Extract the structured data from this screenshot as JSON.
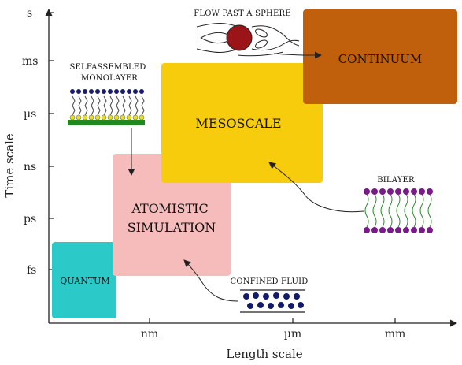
{
  "axes": {
    "x_title": "Length scale",
    "y_title": "Time scale",
    "x_ticks": [
      "nm",
      "µm",
      "mm"
    ],
    "y_ticks": [
      "s",
      "ms",
      "µs",
      "ns",
      "ps",
      "fs"
    ]
  },
  "regions": {
    "quantum": {
      "label": "QUANTUM",
      "color": "#2cc9c9"
    },
    "atomistic": {
      "line1": "ATOMISTIC",
      "line2": "SIMULATION",
      "color": "#f6bcbc"
    },
    "mesoscale": {
      "label": "MESOSCALE",
      "color": "#f7cc0c"
    },
    "continuum": {
      "label": "CONTINUUM",
      "color": "#c0600c"
    }
  },
  "annotations": {
    "flow": "FLOW PAST A SPHERE",
    "sam_line1": "SELFASSEMBLED",
    "sam_line2": "MONOLAYER",
    "bilayer": "BILAYER",
    "confined": "CONFINED FLUID"
  }
}
